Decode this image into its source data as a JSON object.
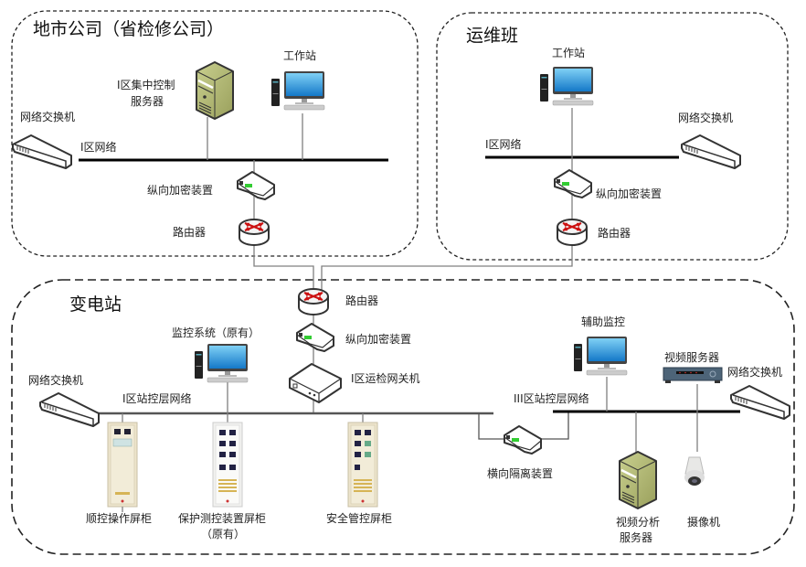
{
  "diagram": {
    "type": "network-topology",
    "zones": {
      "city": {
        "title": "地市公司（省检修公司）"
      },
      "ops": {
        "title": "运维班"
      },
      "substation": {
        "title": "变电站"
      }
    },
    "city": {
      "server_label_1": "I区集中控制",
      "server_label_2": "服务器",
      "workstation_label": "工作站",
      "switch_label": "网络交换机",
      "network_label": "I区网络",
      "encryptor_label": "纵向加密装置",
      "router_label": "路由器"
    },
    "ops": {
      "workstation_label": "工作站",
      "switch_label": "网络交换机",
      "network_label": "I区网络",
      "encryptor_label": "纵向加密装置",
      "router_label": "路由器"
    },
    "substation": {
      "router_label": "路由器",
      "encryptor_label": "纵向加密装置",
      "gateway_label": "I区运检网关机",
      "monitor_label": "监控系统（原有）",
      "switch1_label": "网络交换机",
      "network1_label": "I区站控层网络",
      "cabinet1_label": "顺控操作屏柜",
      "cabinet2_label_1": "保护测控装置屏柜",
      "cabinet2_label_2": "（原有）",
      "cabinet3_label": "安全管控屏柜",
      "isolator_label": "横向隔离装置",
      "network3_label": "III区站控层网络",
      "aux_monitor_label": "辅助监控",
      "video_server_label": "视频服务器",
      "switch2_label": "网络交换机",
      "video_analysis_label_1": "视频分析",
      "video_analysis_label_2": "服务器",
      "camera_label": "摄像机"
    },
    "icons": {
      "server": "tower-server-icon",
      "workstation": "desktop-pc-icon",
      "switch": "network-switch-icon",
      "router": "router-icon",
      "encryptor": "encryption-device-icon",
      "gateway": "gateway-box-icon",
      "cabinet": "equipment-cabinet-icon",
      "video_server": "video-server-icon",
      "camera": "dome-camera-icon"
    },
    "colors": {
      "bus": "#000000",
      "link": "#808080",
      "server_body": "#b5bd7a",
      "router_arrow": "#cc1111",
      "encryptor_led": "#33cc33",
      "cabinet": "#ede4cc"
    }
  }
}
